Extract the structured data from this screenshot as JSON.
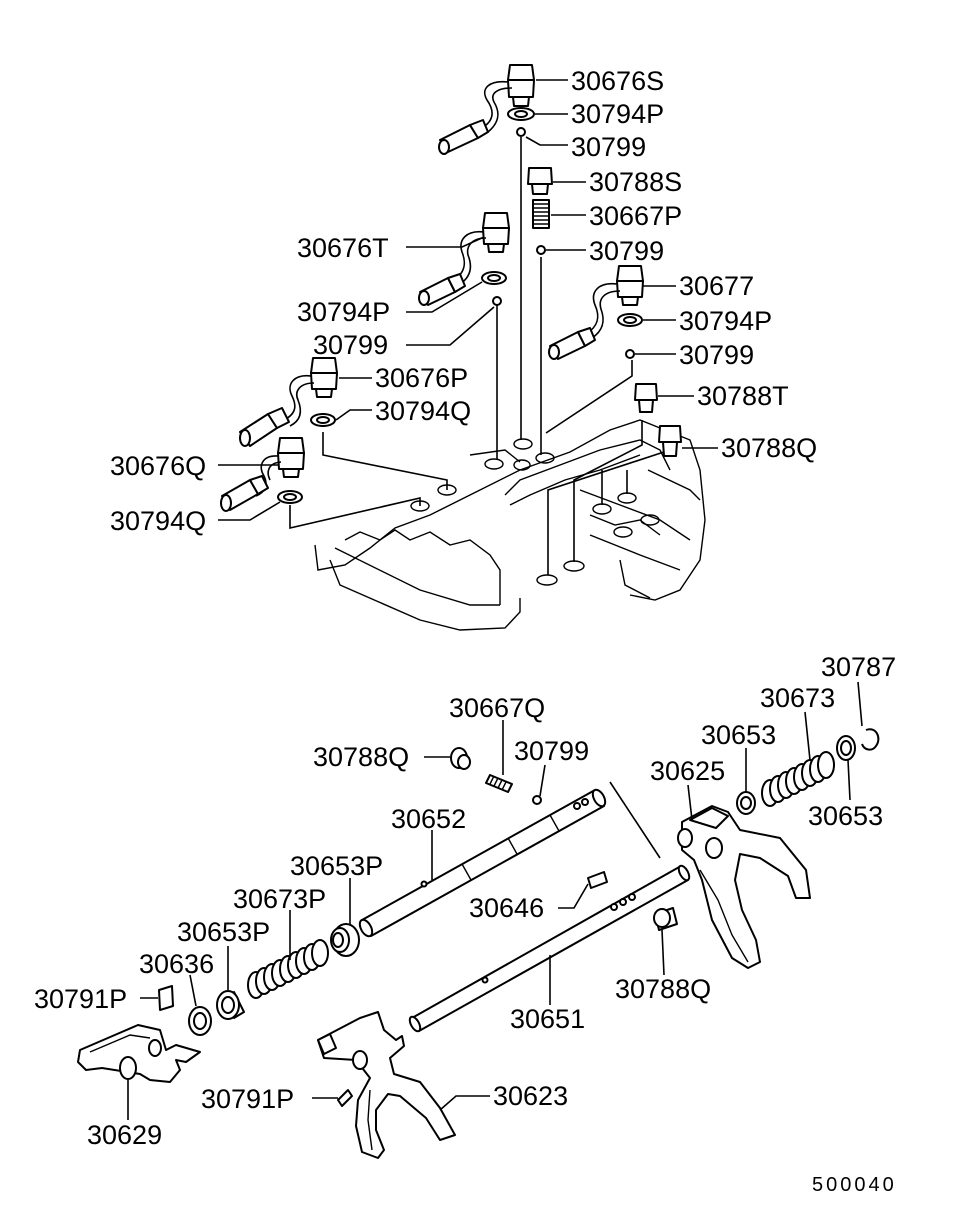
{
  "diagram": {
    "upper_labels": {
      "p30676S": "30676S",
      "p30794P_a": "30794P",
      "p30799_a": "30799",
      "p30788S": "30788S",
      "p30667P": "30667P",
      "p30676T": "30676T",
      "p30799_b": "30799",
      "p30677": "30677",
      "p30794P_b": "30794P",
      "p30794P_c": "30794P",
      "p30799_c": "30799",
      "p30799_d": "30799",
      "p30676P": "30676P",
      "p30788T": "30788T",
      "p30794Q_a": "30794Q",
      "p30788Q_a": "30788Q",
      "p30676Q": "30676Q",
      "p30794Q_b": "30794Q"
    },
    "lower_labels": {
      "p30787": "30787",
      "p30667Q": "30667Q",
      "p30673": "30673",
      "p30653_a": "30653",
      "p30788Q_b": "30788Q",
      "p30799_e": "30799",
      "p30625": "30625",
      "p30653_b": "30653",
      "p30652": "30652",
      "p30653P_a": "30653P",
      "p30673P": "30673P",
      "p30646": "30646",
      "p30653P_b": "30653P",
      "p30636": "30636",
      "p30788Q_c": "30788Q",
      "p30791P_a": "30791P",
      "p30651": "30651",
      "p30791P_b": "30791P",
      "p30623": "30623",
      "p30629": "30629"
    },
    "diagram_code": "500040"
  }
}
